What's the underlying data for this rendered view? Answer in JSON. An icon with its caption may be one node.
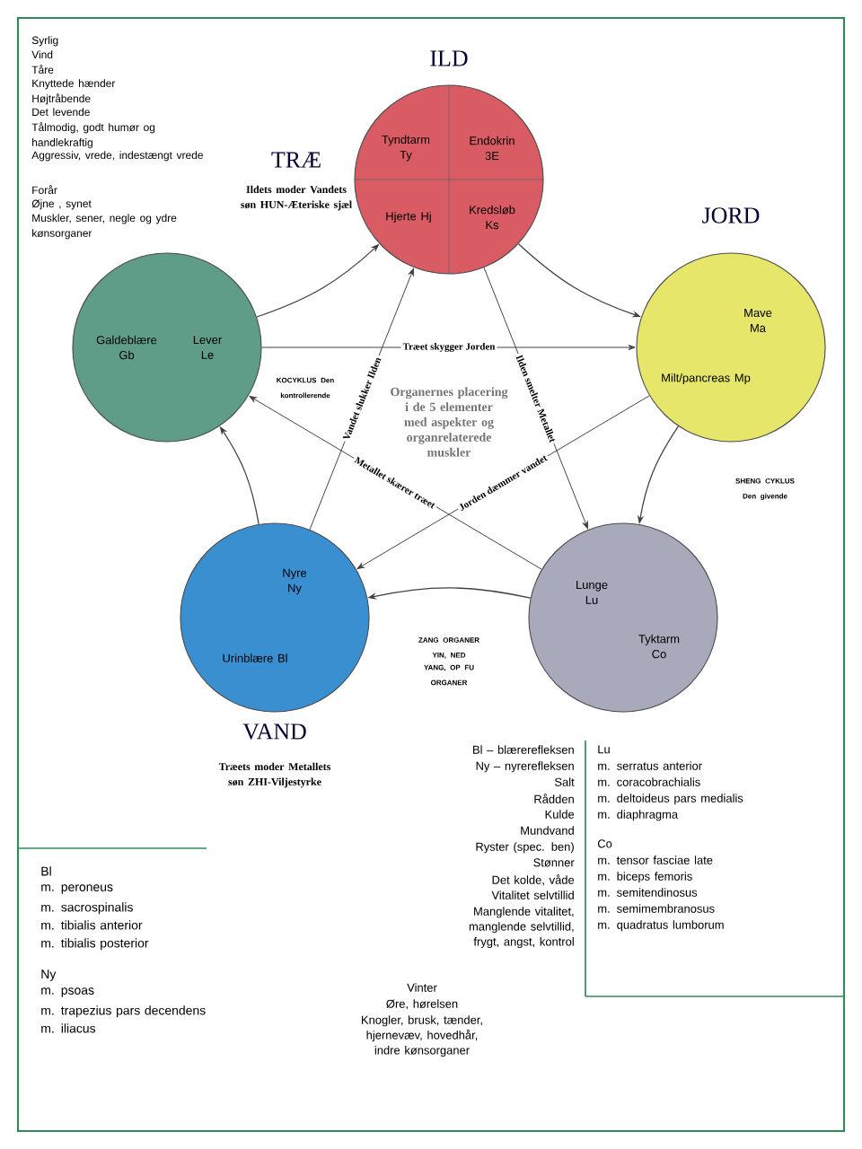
{
  "diagram": {
    "title": "Organernes placering i de 5 elementer med aspekter og organrelaterede muskler",
    "nodes": [
      {
        "text": [
          "ILD",
          "Tyndtarm Ty",
          "Endokrin 3E",
          "Hjerte Hj",
          "Kredsløb Ks"
        ]
      },
      {
        "text": [
          "JORD",
          "Mave Ma",
          "Milt/pancreas Mp"
        ]
      },
      {
        "text": [
          "Lunge Lu",
          "Tyktarm Co"
        ]
      },
      {
        "text": [
          "VAND",
          "Træets moder Metallets søn ZHI-Viljestyrke",
          "Nyre Ny",
          "Urinblære Bl"
        ]
      },
      {
        "text": [
          "TRÆ",
          "Ildets moder Vandets søn HUN-Æteriske sjæl",
          "Galdeblære Gb",
          "Lever Le"
        ]
      }
    ],
    "edges": [
      {
        "from": 3,
        "to": 4,
        "arrow": "to"
      },
      {
        "from": 4,
        "to": 0,
        "arrow": "to"
      },
      {
        "from": 0,
        "to": 1,
        "arrow": "to"
      },
      {
        "from": 1,
        "to": 2,
        "arrow": "to"
      },
      {
        "from": 2,
        "to": 3,
        "arrow": "to"
      },
      {
        "from": 4,
        "to": 1,
        "arrow": "to",
        "label": "Træet skygger Jorden"
      },
      {
        "from": 0,
        "to": 2,
        "arrow": "to",
        "label": "Ilden smelter Metallet"
      },
      {
        "from": 1,
        "to": 3,
        "arrow": "to",
        "label": "Jorden dæmmer vandet"
      },
      {
        "from": 2,
        "to": 4,
        "arrow": "to",
        "label": "Metallet skærer træet"
      },
      {
        "from": 3,
        "to": 0,
        "arrow": "to",
        "label": "Vandet slukker Ilden"
      }
    ],
    "labels": [
      "Syrlig",
      "Vind",
      "Tåre",
      "Knyttede hænder",
      "Højtråbende",
      "Det levende",
      "Tålmodig, godt humør og handlekraftig",
      "Aggressiv, vrede, indestængt vrede",
      "Forår",
      "Øjne , synet",
      "Muskler, sener, negle og ydre kønsorganer",
      "SHENG CYKLUS Den givende",
      "KOCYKLUS Den kontrollerende",
      "ZANG ORGANER YIN, NED",
      "YANG, OP FU ORGANER",
      "Bl – blærerefleksen",
      "Ny – nyrerefleksen",
      "Salt",
      "Rådden",
      "Kulde",
      "Mundvand",
      "Ryster (spec. ben)",
      "Stønner",
      "Det kolde, våde",
      "Vitalitet selvtillid",
      "Manglende vitalitet, manglende selvtillid, frygt, angst, kontrol",
      "Vinter",
      "Øre, hørelsen",
      "Knogler, brusk, tænder, hjernevæv, hovedhår, indre kønsorganer",
      "Bl",
      "m. peroneus",
      "m. sacrospinalis",
      "m. tibialis anterior",
      "m. tibialis posterior",
      "Ny",
      "m. psoas",
      "m. trapezius pars decendens",
      "m. iliacus",
      "Lu",
      "m. serratus anterior",
      "m. coracobrachialis",
      "m. deltoideus pars medialis",
      "m. diaphragma",
      "Co",
      "m. tensor fasciae late",
      "m. biceps femoris",
      "m. semitendinosus",
      "m. semimembranosus",
      "m. quadratus lumborum"
    ]
  }
}
